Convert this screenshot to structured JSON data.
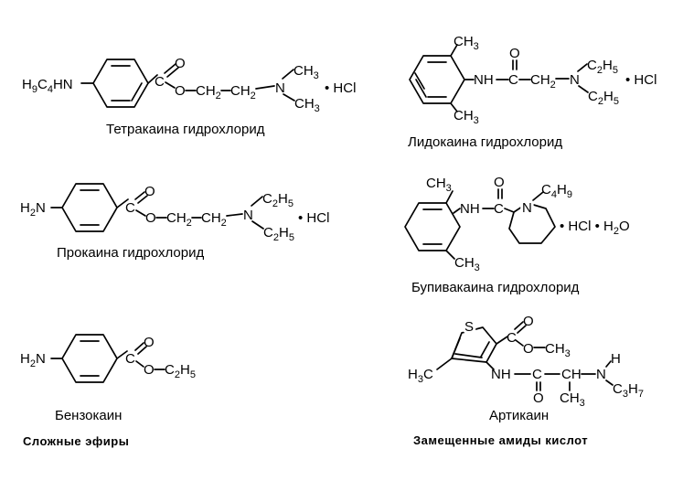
{
  "colors": {
    "ink": "#000000",
    "background": "#ffffff"
  },
  "compounds": {
    "tetracaine": {
      "name": "Тетракаина гидрохлорид",
      "nh_prefix": "H",
      "nh_prefix_sub1": "9",
      "nh_c": "C",
      "nh_prefix_sub2": "4",
      "nh_label": "HN",
      "carbonyl_o": "O",
      "carbon": "C",
      "ester_o": "O",
      "ch2_a": "CH",
      "ch2_a_sub": "2",
      "ch2_b": "CH",
      "ch2_b_sub": "2",
      "nitrogen": "N",
      "me1": "CH",
      "me1_sub": "3",
      "me2": "CH",
      "me2_sub": "3",
      "salt": "• HCl"
    },
    "procaine": {
      "name": "Прокаина гидрохлорид",
      "amine": "H",
      "amine_sub": "2",
      "amine_n": "N",
      "carbonyl_o": "O",
      "carbon": "C",
      "ester_o": "O",
      "ch2_a": "CH",
      "ch2_a_sub": "2",
      "ch2_b": "CH",
      "ch2_b_sub": "2",
      "nitrogen": "N",
      "et1": "C",
      "et1_sub1": "2",
      "et1_h": "H",
      "et1_sub2": "5",
      "et2": "C",
      "et2_sub1": "2",
      "et2_h": "H",
      "et2_sub2": "5",
      "salt": "• HCl"
    },
    "benzocaine": {
      "name": "Бензокаин",
      "amine": "H",
      "amine_sub": "2",
      "amine_n": "N",
      "carbonyl_o": "O",
      "carbon": "C",
      "ester_o": "O",
      "et": "C",
      "et_sub1": "2",
      "et_h": "H",
      "et_sub2": "5"
    },
    "lidocaine": {
      "name": "Лидокаина гидрохлорид",
      "me_top": "CH",
      "me_top_sub": "3",
      "me_bot": "CH",
      "me_bot_sub": "3",
      "nh": "NH",
      "carbonyl_o": "O",
      "carbon": "C",
      "ch2": "CH",
      "ch2_sub": "2",
      "nitrogen": "N",
      "et1": "C",
      "et1_sub1": "2",
      "et1_h": "H",
      "et1_sub2": "5",
      "et2": "C",
      "et2_sub1": "2",
      "et2_h": "H",
      "et2_sub2": "5",
      "salt": "• HCl"
    },
    "bupivacaine": {
      "name": "Бупивакаина гидрохлорид",
      "me_top": "CH",
      "me_top_sub": "3",
      "me_bot": "CH",
      "me_bot_sub": "3",
      "nh": "NH",
      "carbonyl_o": "O",
      "carbon": "C",
      "ring_n": "N",
      "butyl": "C",
      "butyl_sub1": "4",
      "butyl_h": "H",
      "butyl_sub2": "9",
      "salt": "• HCl • H",
      "salt_sub": "2",
      "salt_o": "O"
    },
    "articaine": {
      "name": "Артикаин",
      "sulfur": "S",
      "carbonyl_o": "O",
      "carbon": "C",
      "ester_o": "O",
      "ester_me": "CH",
      "ester_me_sub": "3",
      "ring_me": "H",
      "ring_me_sub": "3",
      "ring_me_c": "C",
      "nh": "NH",
      "amide_c": "C",
      "amide_o": "O",
      "ch": "CH",
      "ch_me": "CH",
      "ch_me_sub": "3",
      "nitrogen": "N",
      "n_h": "H",
      "propyl": "C",
      "propyl_sub1": "3",
      "propyl_h": "H",
      "propyl_sub2": "7"
    }
  },
  "classes": {
    "esters": "Сложные эфиры",
    "amides": "Замещенные амиды кислот"
  }
}
